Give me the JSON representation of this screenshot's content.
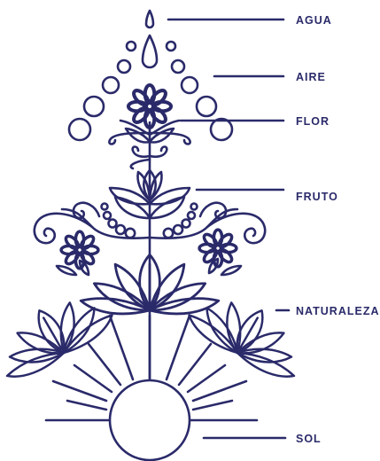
{
  "colors": {
    "ink": "#2a2a6a",
    "background": "#ffffff"
  },
  "labels": {
    "agua": "AGUA",
    "aire": "AIRE",
    "flor": "FLOR",
    "fruto": "FRUTO",
    "naturaleza": "NATURALEZA",
    "sol": "SOL"
  }
}
